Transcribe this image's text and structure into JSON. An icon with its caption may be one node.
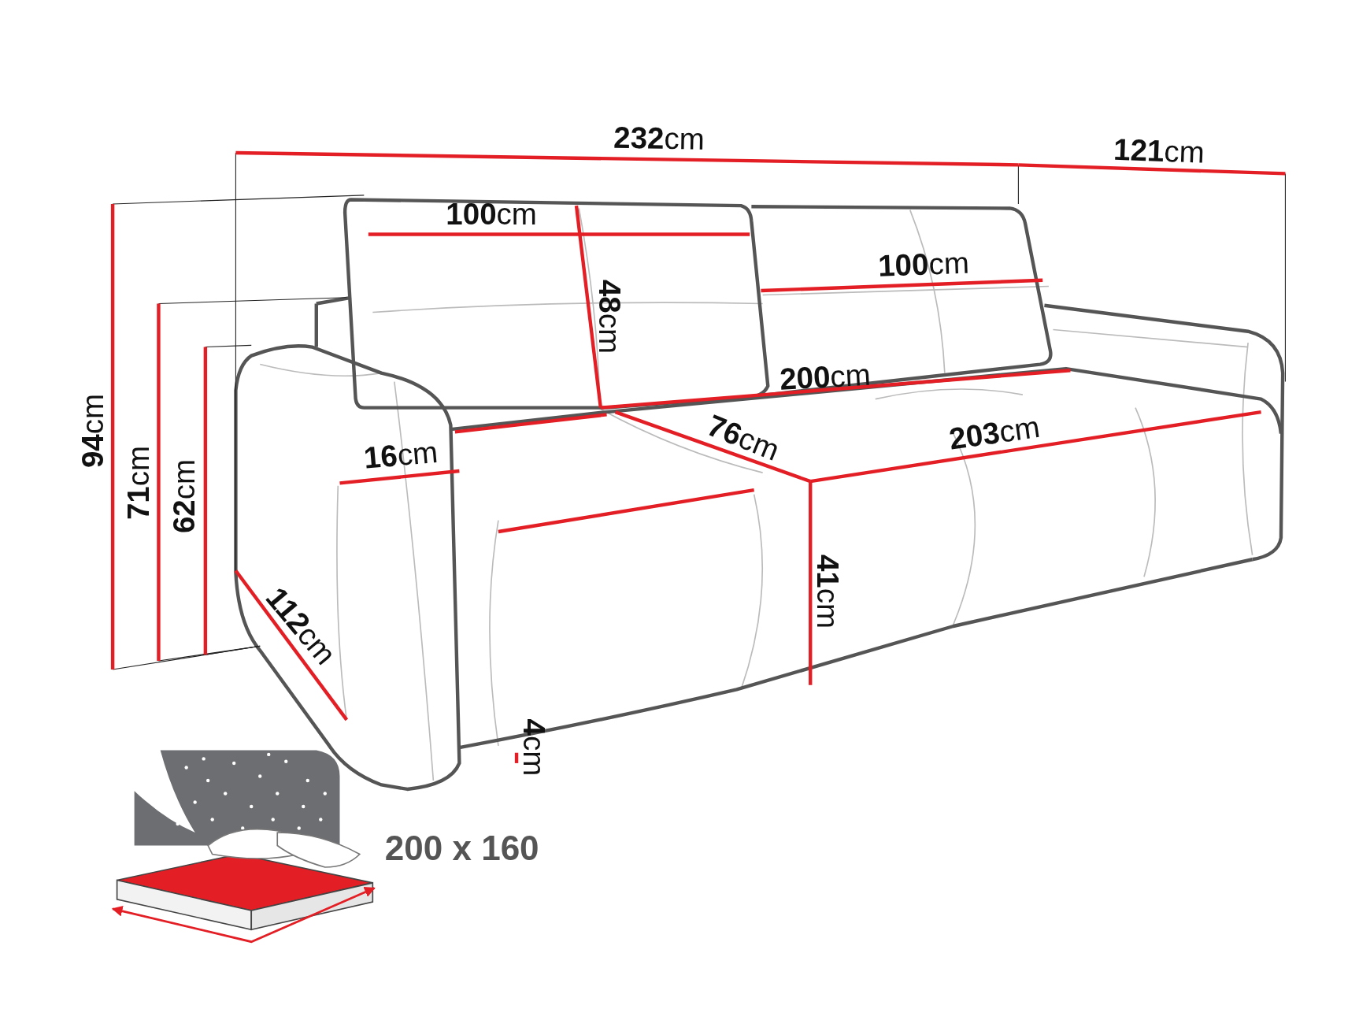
{
  "diagram": {
    "labels": [
      "**232**cm",
      "**121**cm",
      "**100**cm",
      "**100**cm",
      "**48**cm",
      "**94**cm",
      "**71**cm",
      "**62**cm",
      "**200**cm",
      "**16**cm",
      "**76**cm",
      "**203**cm",
      "**41**cm",
      "**112**cm",
      "**4**cm",
      "200 x 160"
    ]
  }
}
